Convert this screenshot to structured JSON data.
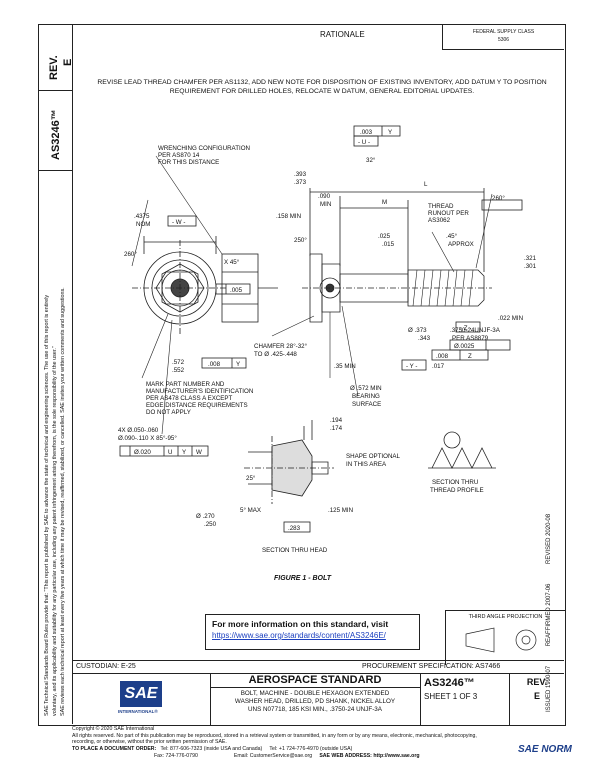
{
  "left_column": {
    "rev_label": "REV.",
    "rev_value": "E",
    "doc_number": "AS3246™",
    "legal_lines": [
      "SAE Technical Standards Board Rules provide that: “This report is published by SAE to advance the state of technical and engineering sciences. The use of this report is entirely",
      "voluntary, and its applicability and suitability for any particular use, including any patent infringement arising therefrom, is the sole responsibility of the user.”",
      "SAE reviews each technical report at least every five years at which time it may be revised, reaffirmed, stabilized, or cancelled. SAE invites your written comments and suggestions."
    ],
    "dates": [
      "ISSUED 1990-07",
      "REAFFIRMED 2007-06",
      "REVISED 2020-08"
    ]
  },
  "issued_box": {
    "line1": "FEDERAL SUPPLY CLASS",
    "line2": "5306"
  },
  "rationale": {
    "heading": "RATIONALE",
    "text": "REVISE LEAD THREAD CHAMFER PER AS1132, ADD NEW NOTE FOR DISPOSITION OF EXISTING INVENTORY, ADD DATUM Y TO POSITION REQUIREMENT FOR DRILLED HOLES, RELOCATE W DATUM, GENERAL EDITORIAL UPDATES."
  },
  "drawing": {
    "wrenching_note": [
      "WRENCHING CONFIGURATION",
      "PER AS870 14",
      "FOR THIS DISTANCE"
    ],
    "dim_4375": ".4375",
    "dim_nom": "NOM",
    "datum_w": "- W -",
    "angle_260a": "260°",
    "angle_260b": "260°",
    "angle_250": "250°",
    "angle_45x": "X 45°",
    "fcf_005": ".005",
    "dim_572": ".572",
    "dim_552": ".552",
    "fcf_008": ".008",
    "fcf_008_datum": "Y",
    "mark_note": [
      "MARK PART NUMBER AND",
      "MANUFACTURER'S IDENTIFICATION",
      "PER AS478 CLASS A EXCEPT",
      "EDGE DISTANCE REQUIREMENTS",
      "DO NOT APPLY"
    ],
    "holes_note": [
      "4X Ø.050-.060",
      "Ø.090-.110 X 85°-95°"
    ],
    "holes_fcf": [
      "Ø.020",
      "U",
      "Y",
      "W"
    ],
    "top_fcf": [
      ".003",
      "Y"
    ],
    "datum_u": "- U -",
    "angle_32": "32°",
    "dim_393": ".393",
    "dim_373": ".373",
    "dim_l": "L",
    "dim_m": "M",
    "dim_090": ".090",
    "dim_min": "MIN",
    "dim_158": ".158 MIN",
    "dim_025": ".025",
    "dim_015": ".015",
    "thread_runout": [
      "THREAD",
      "RUNOUT PER",
      "AS3062"
    ],
    "angle_45approx": [
      ".45°",
      "APPROX"
    ],
    "dim_321": ".321",
    "dim_301": ".301",
    "dim_022": ".022 MIN",
    "chamfer_note": [
      "CHAMFER 28°-32°",
      "TO Ø .425-.448"
    ],
    "dim_373b": "Ø .373",
    "dim_343": ".343",
    "thread_spec": [
      ".3750-24UNJF-3A",
      "PER AS8879"
    ],
    "datum_z": "- Z -",
    "fcf_0025": "Ø.0025",
    "fcf_008b": [
      ".008",
      "Z"
    ],
    "datum_y": "- Y -",
    "dim_017": ".017",
    "dim_35": ".35 MIN",
    "bearing": [
      "Ø .572 MIN",
      "BEARING",
      "SURFACE"
    ],
    "dim_194": ".194",
    "dim_174": ".174",
    "shape_note": [
      "SHAPE OPTIONAL",
      "IN THIS AREA"
    ],
    "angle_25": "25°",
    "dim_5max": "5° MAX",
    "dim_270": "Ø .270",
    "dim_250": ".250",
    "dim_125": ".125 MIN",
    "dim_283": ".283",
    "section_head": "SECTION THRU HEAD",
    "section_thread": [
      "SECTION THRU",
      "THREAD PROFILE"
    ],
    "figure_caption": "FIGURE 1 - BOLT"
  },
  "info_box": {
    "title": "For more information on this standard, visit",
    "link": "https://www.sae.org/standards/content/AS3246E/"
  },
  "third_angle": "THIRD ANGLE PROJECTION",
  "title_block": {
    "custodian": "CUSTODIAN: E-25",
    "procurement": "PROCUREMENT SPECIFICATION: AS7466",
    "sae_logo": "SAE",
    "sae_sub": "INTERNATIONAL®",
    "standard_title": "AEROSPACE STANDARD",
    "desc_lines": [
      "BOLT, MACHINE - DOUBLE HEXAGON EXTENDED",
      "WASHER HEAD, DRILLED, PD SHANK, NICKEL ALLOY",
      "UNS N07718, 185 KSI MIN., .3750-24 UNJF-3A"
    ],
    "doc_number": "AS3246™",
    "sheet": "SHEET 1 OF 3",
    "rev_label": "REV.",
    "rev_value": "E"
  },
  "footer": {
    "copyright": "Copyright © 2020 SAE International",
    "rights": "All rights reserved. No part of this publication may be reproduced, stored in a retrieval system or transmitted, in any form or by any means, electronic, mechanical, photocopying,",
    "rights2": "recording, or otherwise, without the prior written permission of SAE.",
    "order_label": "TO PLACE A DOCUMENT ORDER:",
    "tel1": "Tel: 877-606-7323 (inside USA and Canada)",
    "tel2": "Tel: +1 724-776-4970 (outside USA)",
    "fax": "Fax: 724-776-0790",
    "email": "Email: CustomerService@sae.org",
    "web": "SAE WEB ADDRESS:  http://www.sae.org"
  },
  "watermark": "SAE NORM"
}
